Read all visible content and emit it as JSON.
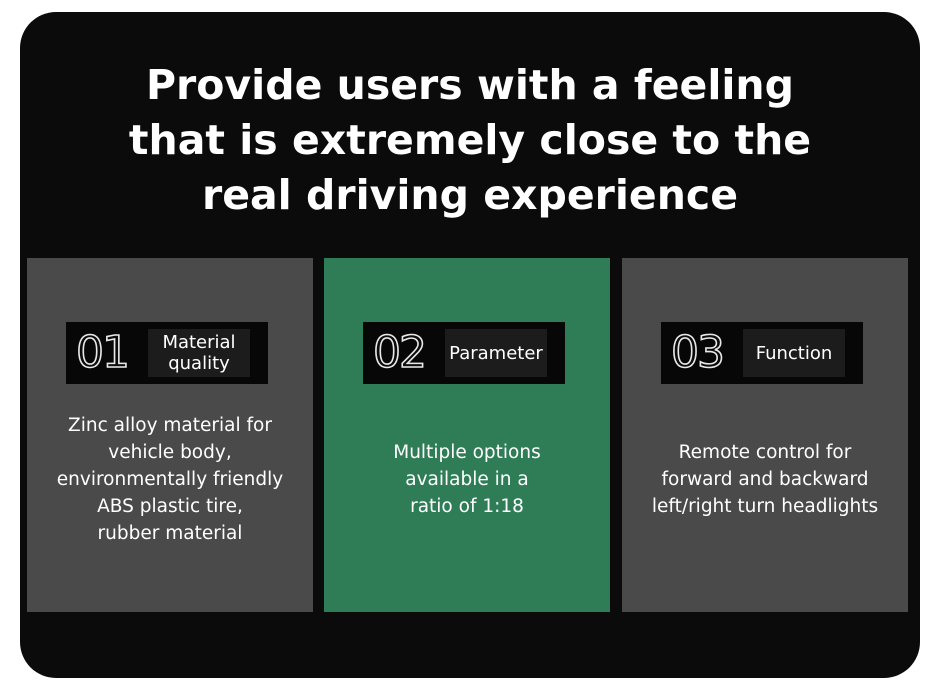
{
  "headline": [
    "Provide users with a feeling",
    "that is extremely close to the",
    "real driving experience"
  ],
  "panels": [
    {
      "number": "01",
      "label_lines": [
        "Material",
        "quality"
      ],
      "description_lines": [
        "Zinc alloy material for",
        "vehicle body,",
        "environmentally friendly",
        "ABS plastic tire,",
        "rubber material"
      ]
    },
    {
      "number": "02",
      "label_lines": [
        "Parameter"
      ],
      "description_lines": [
        "Multiple options",
        "available in a",
        "ratio of 1:18"
      ]
    },
    {
      "number": "03",
      "label_lines": [
        "Function"
      ],
      "description_lines": [
        "Remote control for",
        "forward and backward",
        "left/right turn headlights"
      ]
    }
  ],
  "colors": {
    "background": "#0b0b0b",
    "panel_gray": "#4a4a4a",
    "panel_green": "#2f7d57",
    "text": "#ffffff"
  }
}
